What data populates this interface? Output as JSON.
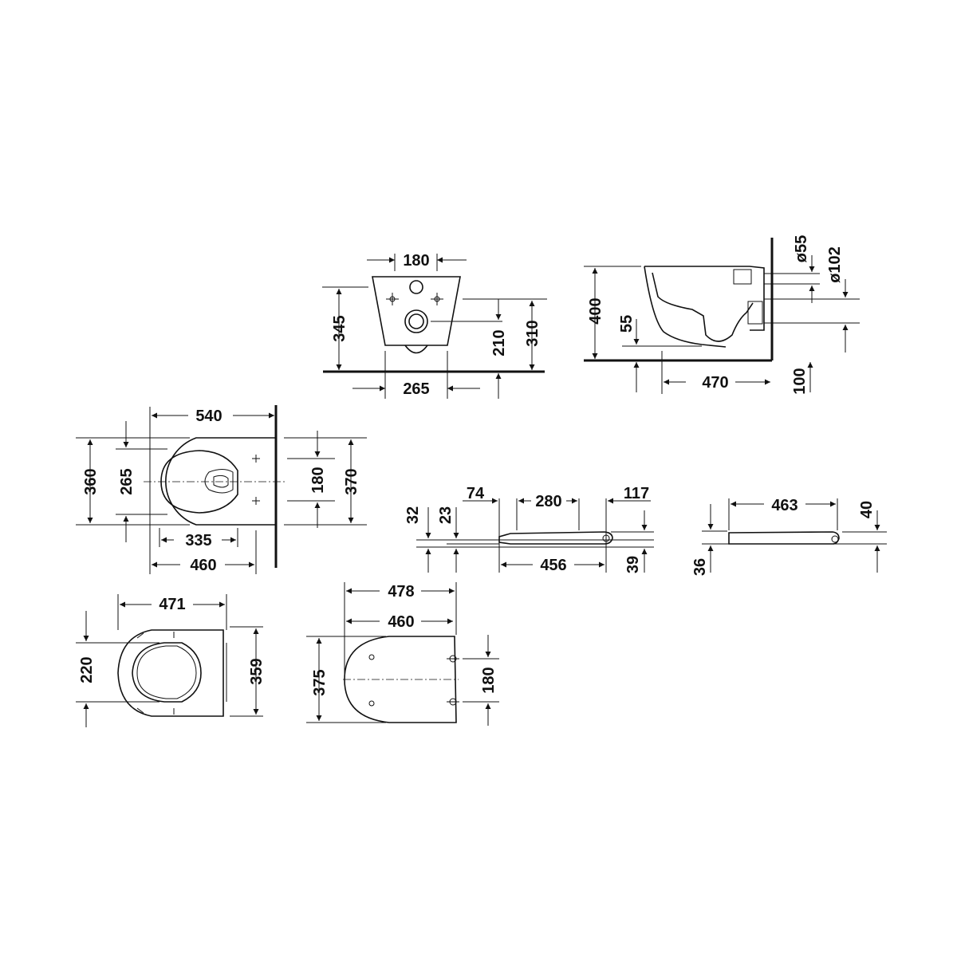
{
  "views": {
    "front": {
      "width_top": "180",
      "width_bottom": "265",
      "height_total": "345",
      "height_outlet": "210",
      "height_fixing": "310"
    },
    "side": {
      "height": "400",
      "depth": "470",
      "floor_gap": "100",
      "water": "55",
      "dia_small": "ø55",
      "dia_large": "ø102"
    },
    "top": {
      "length": "540",
      "width": "360",
      "inner": "265",
      "fix_inner": "180",
      "fix_outer": "370",
      "rim": "335",
      "base": "460"
    },
    "seat_side": {
      "d74": "74",
      "d280": "280",
      "d117": "117",
      "d32": "32",
      "d23": "23",
      "d456": "456",
      "d39": "39"
    },
    "lid_side": {
      "length": "463",
      "height_top": "40",
      "height": "36"
    },
    "seat_top": {
      "length": "471",
      "width": "220",
      "depth": "359"
    },
    "lid_top": {
      "length_outer": "478",
      "length_inner": "460",
      "width": "375",
      "fix": "180"
    }
  }
}
